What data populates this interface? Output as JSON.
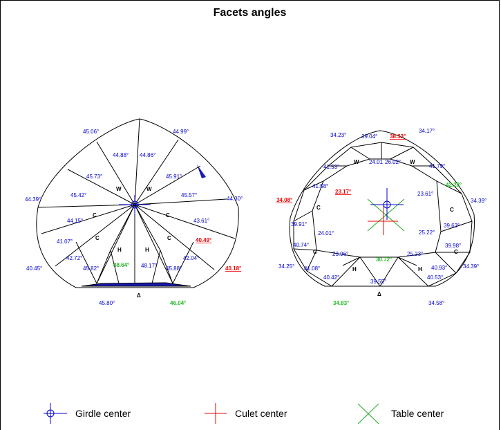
{
  "title": "Facets angles",
  "left": {
    "blue": [
      "45.06°",
      "44.99°",
      "44.88°",
      "44.86°",
      "45.73°",
      "45.91°",
      "44.39°",
      "45.42°",
      "45.57°",
      "44.30°",
      "44.15°",
      "43.61°",
      "41.07°",
      "42.72°",
      "42.04°",
      "40.45°",
      "45.82°",
      "48.17°",
      "45.88°",
      "45.80°"
    ],
    "red": [
      "40.49°",
      "40.18°"
    ],
    "green": [
      "48.64°",
      "46.04°"
    ],
    "letters": [
      "W",
      "W",
      "C",
      "C",
      "C",
      "C",
      "H",
      "H",
      "Δ"
    ]
  },
  "right": {
    "blue": [
      "34.23°",
      "39.04°",
      "34.17°",
      "41.53°",
      "24.01",
      "26.02°",
      "41.79°",
      "41.58°",
      "23.61°",
      "34.39°",
      "39.91°",
      "24.01°",
      "39.63°",
      "40.74°",
      "25.22°",
      "39.98°",
      "23.96°",
      "25.23°",
      "34.25°",
      "41.08°",
      "40.93°",
      "34.39°",
      "40.42°",
      "39.55°",
      "40.53°",
      "34.58°"
    ],
    "red": [
      "38.33°",
      "23.17°",
      "34.08°"
    ],
    "green": [
      "42.28°",
      "30.72°",
      "34.83°"
    ],
    "letters": [
      "W",
      "W",
      "C",
      "C",
      "C",
      "C",
      "H",
      "H",
      "Δ"
    ]
  },
  "legend": {
    "girdle": "Girdle center",
    "culet": "Culet center",
    "table": "Table center"
  },
  "colors": {
    "blue": "#0000cc",
    "red": "#ee0000",
    "green": "#22bb22"
  }
}
